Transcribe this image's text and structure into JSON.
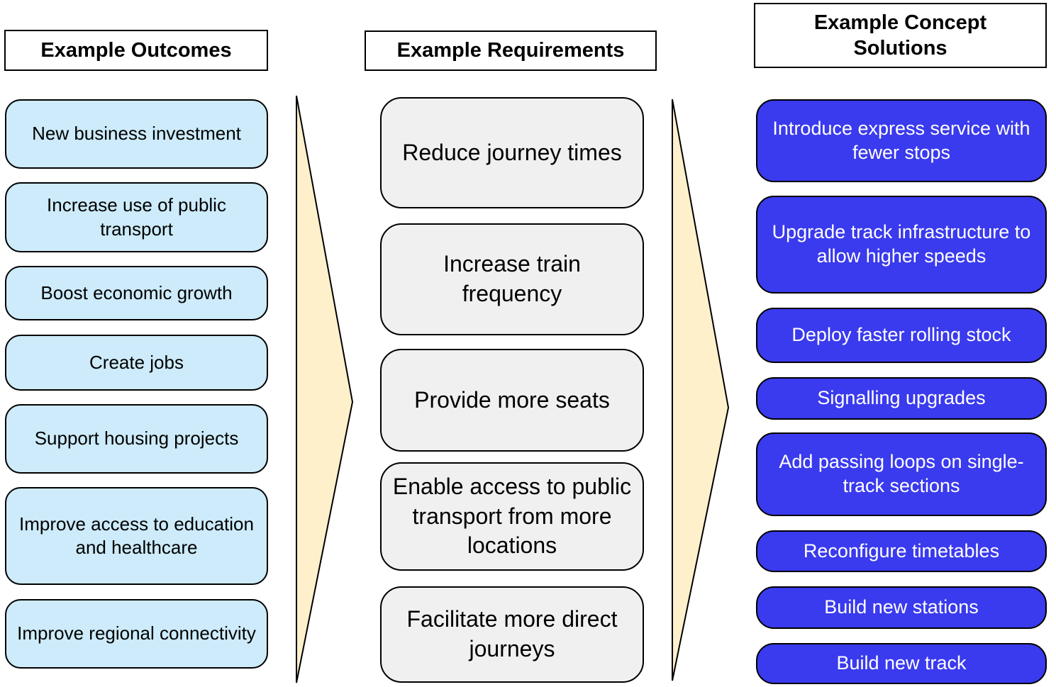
{
  "colors": {
    "outcome_fill": "#CDEBFA",
    "requirement_fill": "#F0F0F0",
    "solution_fill": "#3A3AEE",
    "solution_text": "#FFFFFF",
    "arrow_fill": "#FFF0CC",
    "border": "#000000"
  },
  "columns": [
    {
      "id": "outcomes",
      "header": "Example Outcomes",
      "items": [
        "New business investment",
        "Increase use of public transport",
        "Boost economic growth",
        "Create jobs",
        "Support housing projects",
        "Improve access to education and healthcare",
        "Improve regional connectivity"
      ]
    },
    {
      "id": "requirements",
      "header": "Example Requirements",
      "items": [
        "Reduce journey times",
        "Increase train frequency",
        "Provide more seats",
        "Enable access to public transport from more locations",
        "Facilitate more direct journeys"
      ]
    },
    {
      "id": "solutions",
      "header": "Example Concept Solutions",
      "items": [
        "Introduce express service with fewer stops",
        "Upgrade track infrastructure to allow higher speeds",
        "Deploy faster rolling stock",
        "Signalling upgrades",
        "Add passing loops on single-track sections",
        "Reconfigure timetables",
        "Build new stations",
        "Build new track"
      ]
    }
  ]
}
